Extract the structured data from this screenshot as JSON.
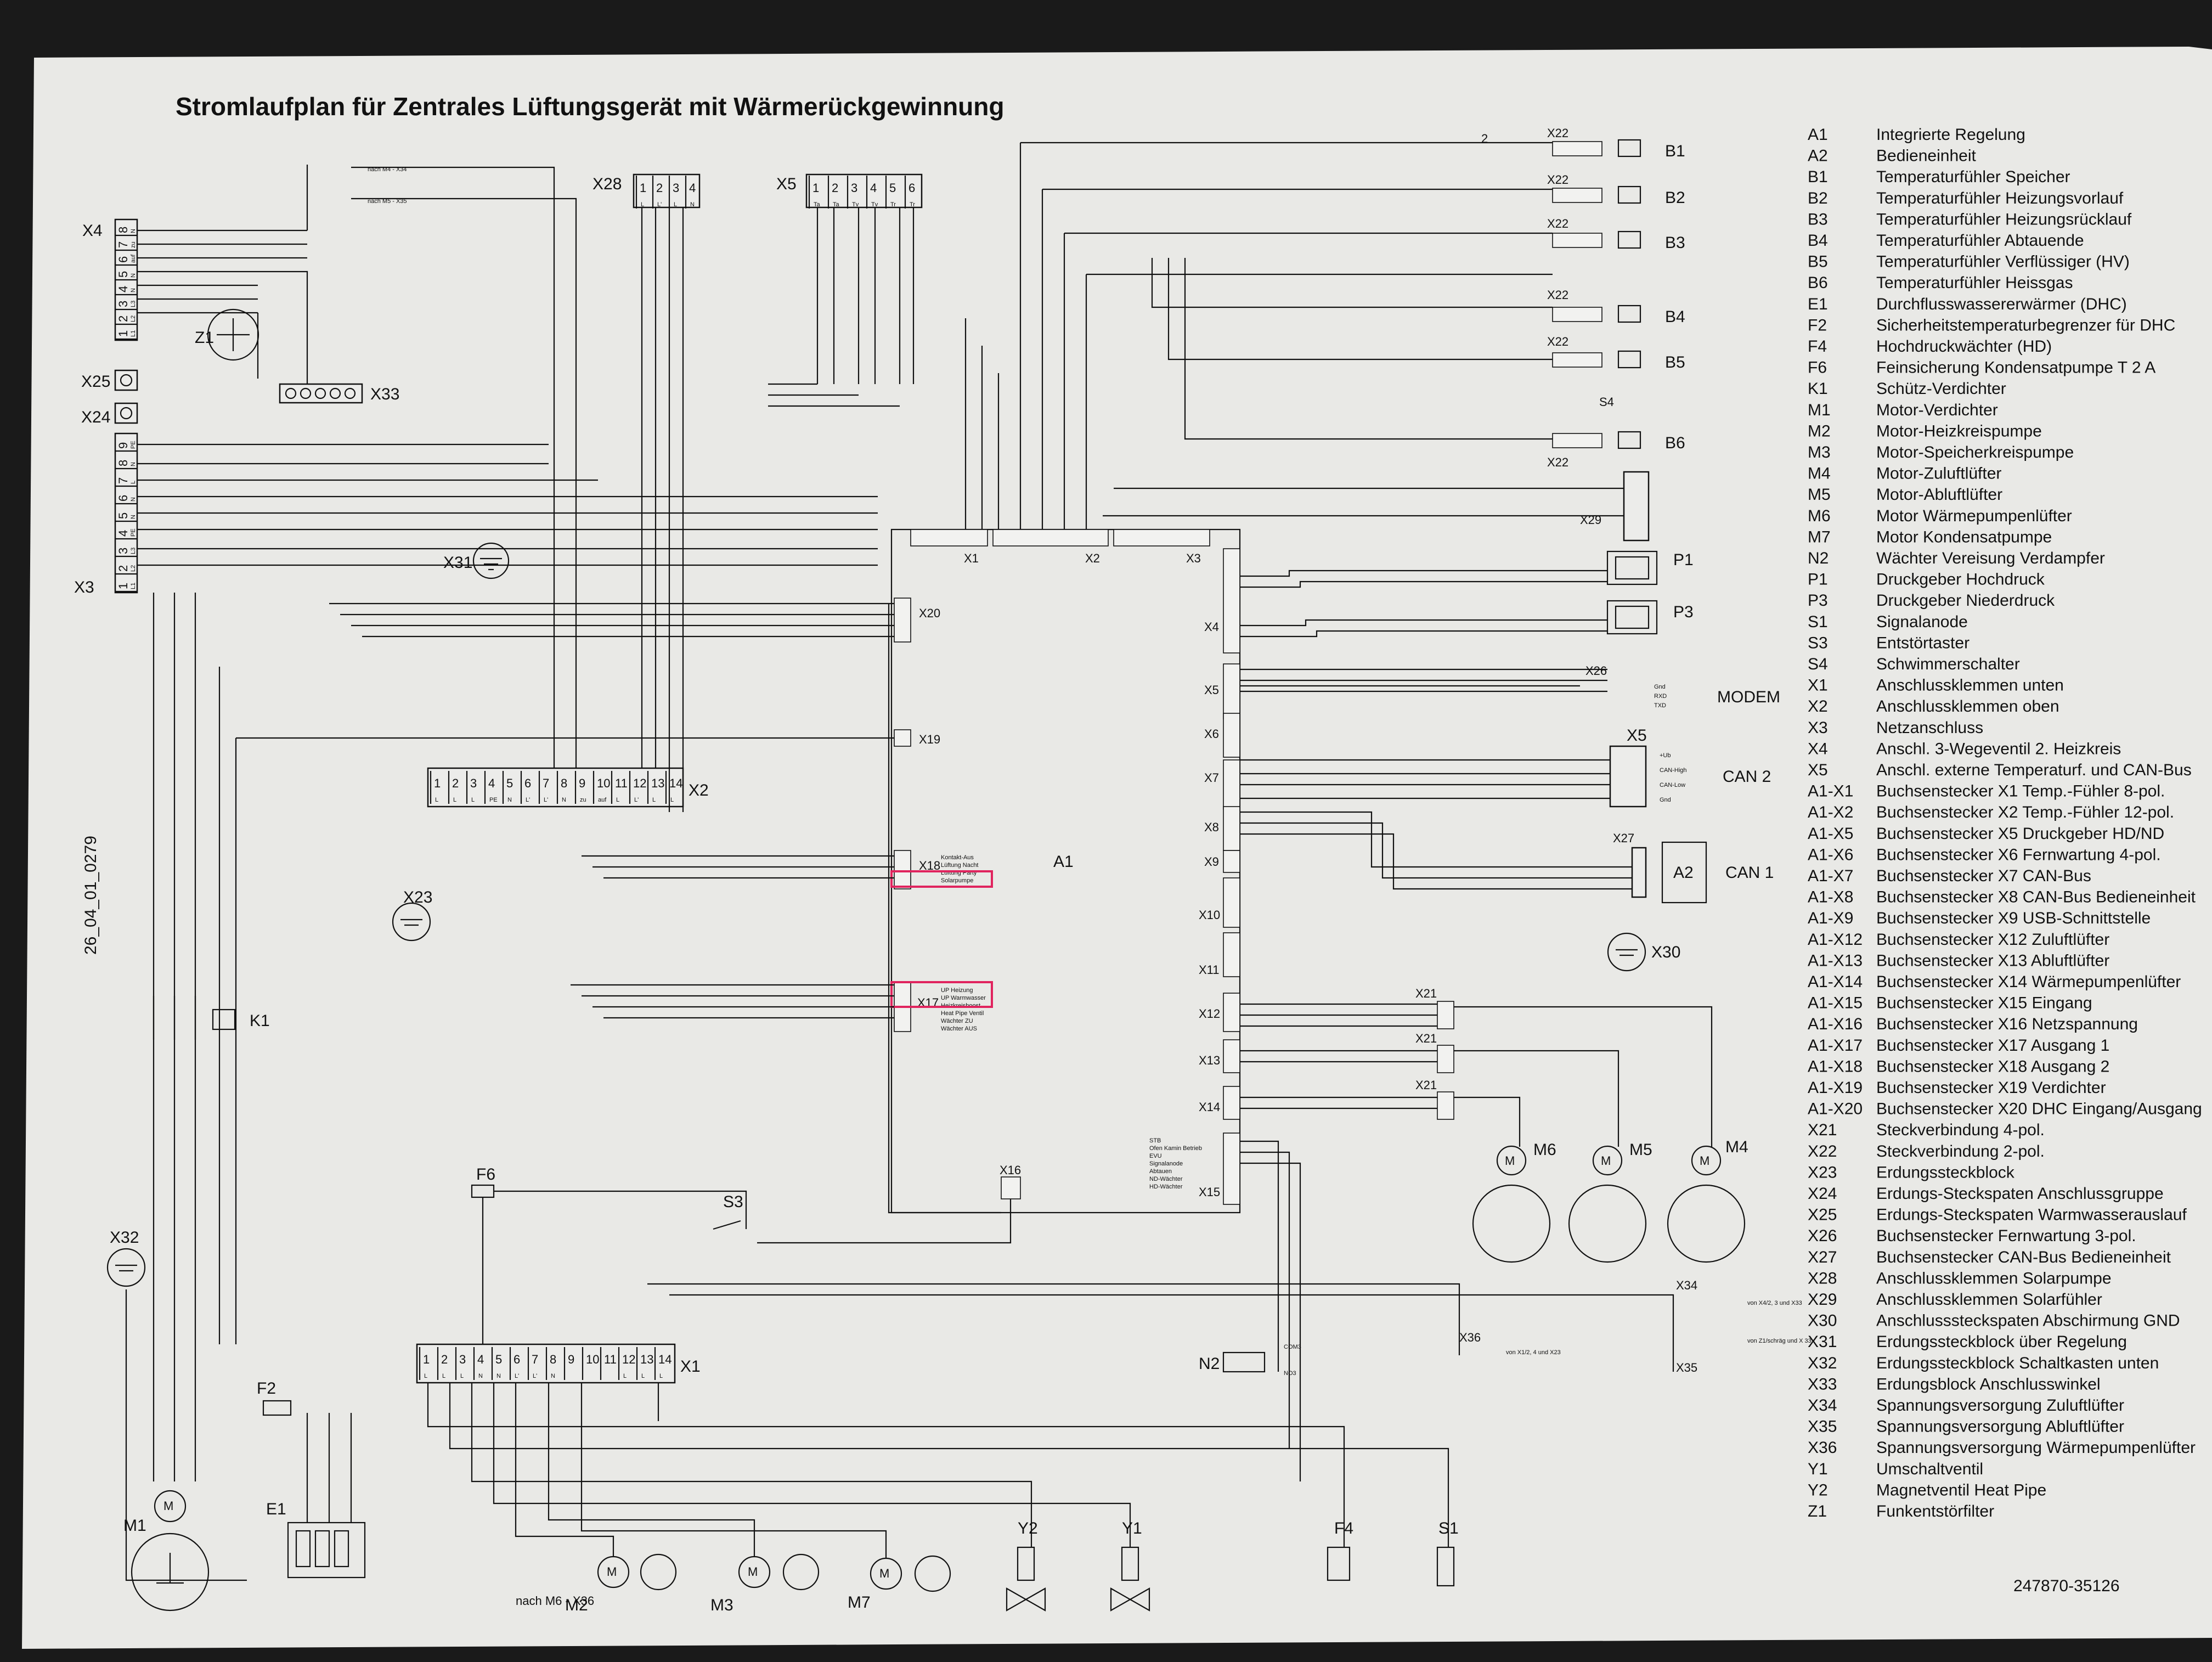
{
  "title": "Stromlaufplan für Zentrales Lüftungsgerät mit Wärmerückgewinnung",
  "doc_id_vertical": "26_04_01_0279",
  "doc_number": "247870-35126",
  "colors": {
    "paper": "#e9e9e6",
    "ink": "#111111",
    "highlight": "#e0245e",
    "background": "#1a1a1a"
  },
  "labels": {
    "x4": "X4",
    "x3": "X3",
    "x25": "X25",
    "x24": "X24",
    "x28": "X28",
    "x5": "X5",
    "x33": "X33",
    "x31": "X31",
    "x23": "X23",
    "x32": "X32",
    "x2": "X2",
    "x1": "X1",
    "z1": "Z1",
    "k1": "K1",
    "f6": "F6",
    "f2": "F2",
    "s3": "S3",
    "e1": "E1",
    "m1": "M1",
    "m2": "M2",
    "m3": "M3",
    "m7": "M7",
    "y2": "Y2",
    "y1": "Y1",
    "f4": "F4",
    "s1": "S1",
    "n2": "N2",
    "a1": "A1",
    "x16": "X16",
    "x20": "X20",
    "x19": "X19",
    "x18": "X18",
    "x17": "X17",
    "x1_int": "X1",
    "x2_int": "X2",
    "x3_int": "X3",
    "x4_int": "X4",
    "x5_int": "X5",
    "x6_int": "X6",
    "x7_int": "X7",
    "x8_int": "X8",
    "x9_int": "X9",
    "x10_int": "X10",
    "x11_int": "X11",
    "x12_int": "X12",
    "x13_int": "X13",
    "x14_int": "X14",
    "x15_int": "X15",
    "x22a": "X22",
    "x22b": "X22",
    "x22c": "X22",
    "x22d": "X22",
    "x22e": "X22",
    "x22f": "X22",
    "b1": "B1",
    "b2": "B2",
    "b3": "B3",
    "b4": "B4",
    "b5": "B5",
    "b6": "B6",
    "s4": "S4",
    "x29": "X29",
    "p1": "P1",
    "p3": "P3",
    "x26": "X26",
    "modem": "MODEM",
    "x5_right": "X5",
    "can2": "CAN 2",
    "x27": "X27",
    "a2": "A2",
    "can1": "CAN 1",
    "x30": "X30",
    "x21a": "X21",
    "x21b": "X21",
    "x21c": "X21",
    "m6": "M6",
    "m5": "M5",
    "m4": "M4",
    "x34": "X34",
    "x35": "X35",
    "x36": "X36",
    "nach_m4": "nach M4 - X34",
    "nach_m5": "nach M5 - X35",
    "nach_m6": "nach M6 - X36",
    "von_x4": "von X4/2, 3 und X33",
    "von_z1": "von Z1/schräg und X 33",
    "von_x1": "von X1/2, 4 und X23",
    "com3": "COM3",
    "no3": "NO3",
    "x18_pins": [
      "Kontakt-Aus",
      "Lüftung Nacht",
      "Lüftung Party",
      "Solarpumpe"
    ],
    "x17_pins": [
      "UP Heizung",
      "UP Warmwasser",
      "Heizkreisboost",
      "Heat Pipe Ventil",
      "Wächter ZU",
      "Wächter AUS"
    ],
    "x15_pins": [
      "STB",
      "Ofen Kamin Betrieb",
      "EVU",
      "Signalanode",
      "Abtauen",
      "ND-Wächter",
      "HD-Wächter"
    ],
    "x26_pins": [
      "Gnd",
      "RXD",
      "TXD"
    ],
    "x5_right_pins": [
      "+Ub",
      "CAN-High",
      "CAN-Low",
      "Gnd"
    ],
    "x1_terms": [
      "1",
      "2",
      "3",
      "4",
      "5",
      "6",
      "7",
      "8",
      "9",
      "10",
      "11",
      "12",
      "13",
      "14"
    ],
    "x1_sub": [
      "L",
      "L",
      "L",
      "N",
      "N",
      "L'",
      "L'",
      "N",
      "",
      "",
      "",
      "L",
      "L",
      "L"
    ],
    "x2_terms": [
      "1",
      "2",
      "3",
      "4",
      "5",
      "6",
      "7",
      "8",
      "9",
      "10",
      "11",
      "12",
      "13",
      "14"
    ],
    "x2_sub": [
      "L",
      "L",
      "L",
      "PE",
      "N",
      "L'",
      "L'",
      "N",
      "zu",
      "auf",
      "L",
      "L'",
      "L",
      "L"
    ],
    "x28_terms": [
      "1",
      "2",
      "3",
      "4"
    ],
    "x28_sub": [
      "L",
      "L'",
      "L",
      "N"
    ],
    "x5_top_terms": [
      "1",
      "2",
      "3",
      "4",
      "5",
      "6"
    ],
    "x5_top_sub": [
      "Ta",
      "Ta",
      "Tv",
      "Tv",
      "Tr",
      "Tr"
    ],
    "x4_terms": [
      "1",
      "2",
      "3",
      "4",
      "5",
      "6",
      "7",
      "8"
    ],
    "x4_sub": [
      "L1",
      "L2",
      "L3",
      "N",
      "N",
      "auf",
      "zu",
      "N"
    ],
    "x3_terms": [
      "1",
      "2",
      "3",
      "4",
      "5",
      "6",
      "7",
      "8",
      "9"
    ],
    "x3_sub": [
      "L1",
      "L2",
      "L3",
      "PE",
      "N",
      "N",
      "L",
      "N",
      "PE"
    ],
    "ub_line": "2"
  },
  "legend": [
    {
      "code": "A1",
      "desc": "Integrierte Regelung"
    },
    {
      "code": "A2",
      "desc": "Bedieneinheit"
    },
    {
      "code": "B1",
      "desc": "Temperaturfühler Speicher"
    },
    {
      "code": "B2",
      "desc": "Temperaturfühler Heizungsvorlauf"
    },
    {
      "code": "B3",
      "desc": "Temperaturfühler Heizungsrücklauf"
    },
    {
      "code": "B4",
      "desc": "Temperaturfühler Abtauende"
    },
    {
      "code": "B5",
      "desc": "Temperaturfühler Verflüssiger (HV)"
    },
    {
      "code": "B6",
      "desc": "Temperaturfühler Heissgas"
    },
    {
      "code": "E1",
      "desc": "Durchflusswassererwärmer (DHC)"
    },
    {
      "code": "F2",
      "desc": "Sicherheitstemperaturbegrenzer für DHC"
    },
    {
      "code": "F4",
      "desc": "Hochdruckwächter (HD)"
    },
    {
      "code": "F6",
      "desc": "Feinsicherung Kondensatpumpe  T 2 A"
    },
    {
      "code": "K1",
      "desc": "Schütz-Verdichter"
    },
    {
      "code": "M1",
      "desc": "Motor-Verdichter"
    },
    {
      "code": "M2",
      "desc": "Motor-Heizkreispumpe"
    },
    {
      "code": "M3",
      "desc": "Motor-Speicherkreispumpe"
    },
    {
      "code": "M4",
      "desc": "Motor-Zuluftlüfter"
    },
    {
      "code": "M5",
      "desc": "Motor-Abluftlüfter"
    },
    {
      "code": "M6",
      "desc": "Motor Wärmepumpenlüfter"
    },
    {
      "code": "M7",
      "desc": "Motor Kondensatpumpe"
    },
    {
      "code": "N2",
      "desc": "Wächter Vereisung Verdampfer"
    },
    {
      "code": "P1",
      "desc": "Druckgeber Hochdruck"
    },
    {
      "code": "P3",
      "desc": "Druckgeber Niederdruck"
    },
    {
      "code": "S1",
      "desc": "Signalanode"
    },
    {
      "code": "S3",
      "desc": "Entstörtaster"
    },
    {
      "code": "S4",
      "desc": "Schwimmerschalter"
    },
    {
      "code": "X1",
      "desc": "Anschlussklemmen unten"
    },
    {
      "code": "X2",
      "desc": "Anschlussklemmen oben"
    },
    {
      "code": "X3",
      "desc": "Netzanschluss"
    },
    {
      "code": "X4",
      "desc": "Anschl. 3-Wegeventil 2. Heizkreis"
    },
    {
      "code": "X5",
      "desc": "Anschl. externe Temperaturf. und CAN-Bus"
    },
    {
      "code": "A1-X1",
      "desc": "Buchsenstecker X1 Temp.-Fühler 8-pol."
    },
    {
      "code": "A1-X2",
      "desc": "Buchsenstecker X2 Temp.-Fühler 12-pol."
    },
    {
      "code": "A1-X5",
      "desc": "Buchsenstecker X5 Druckgeber HD/ND"
    },
    {
      "code": "A1-X6",
      "desc": "Buchsenstecker X6 Fernwartung 4-pol."
    },
    {
      "code": "A1-X7",
      "desc": "Buchsenstecker X7 CAN-Bus"
    },
    {
      "code": "A1-X8",
      "desc": "Buchsenstecker X8 CAN-Bus Bedieneinheit"
    },
    {
      "code": "A1-X9",
      "desc": "Buchsenstecker X9 USB-Schnittstelle"
    },
    {
      "code": "A1-X12",
      "desc": "Buchsenstecker X12 Zuluftlüfter"
    },
    {
      "code": "A1-X13",
      "desc": "Buchsenstecker X13 Abluftlüfter"
    },
    {
      "code": "A1-X14",
      "desc": "Buchsenstecker X14 Wärmepumpenlüfter"
    },
    {
      "code": "A1-X15",
      "desc": "Buchsenstecker X15 Eingang"
    },
    {
      "code": "A1-X16",
      "desc": "Buchsenstecker X16 Netzspannung"
    },
    {
      "code": "A1-X17",
      "desc": "Buchsenstecker X17 Ausgang 1"
    },
    {
      "code": "A1-X18",
      "desc": "Buchsenstecker X18 Ausgang 2"
    },
    {
      "code": "A1-X19",
      "desc": "Buchsenstecker X19 Verdichter"
    },
    {
      "code": "A1-X20",
      "desc": "Buchsenstecker X20 DHC Eingang/Ausgang"
    },
    {
      "code": "X21",
      "desc": "Steckverbindung 4-pol."
    },
    {
      "code": "X22",
      "desc": "Steckverbindung 2-pol."
    },
    {
      "code": "X23",
      "desc": "Erdungssteckblock"
    },
    {
      "code": "X24",
      "desc": "Erdungs-Steckspaten Anschlussgruppe"
    },
    {
      "code": "X25",
      "desc": "Erdungs-Steckspaten Warmwasserauslauf"
    },
    {
      "code": "X26",
      "desc": "Buchsenstecker Fernwartung 3-pol."
    },
    {
      "code": "X27",
      "desc": "Buchsenstecker CAN-Bus Bedieneinheit"
    },
    {
      "code": "X28",
      "desc": "Anschlussklemmen Solarpumpe"
    },
    {
      "code": "X29",
      "desc": "Anschlussklemmen Solarfühler"
    },
    {
      "code": "X30",
      "desc": "Anschlusssteckspaten Abschirmung GND"
    },
    {
      "code": "X31",
      "desc": "Erdungssteckblock über Regelung"
    },
    {
      "code": "X32",
      "desc": "Erdungssteckblock Schaltkasten unten"
    },
    {
      "code": "X33",
      "desc": "Erdungsblock Anschlusswinkel"
    },
    {
      "code": "X34",
      "desc": "Spannungsversorgung Zuluftlüfter"
    },
    {
      "code": "X35",
      "desc": "Spannungsversorgung Abluftlüfter"
    },
    {
      "code": "X36",
      "desc": "Spannungsversorgung Wärmepumpenlüfter"
    },
    {
      "code": "Y1",
      "desc": "Umschaltventil"
    },
    {
      "code": "Y2",
      "desc": "Magnetventil Heat Pipe"
    },
    {
      "code": "Z1",
      "desc": "Funkentstörfilter"
    }
  ]
}
